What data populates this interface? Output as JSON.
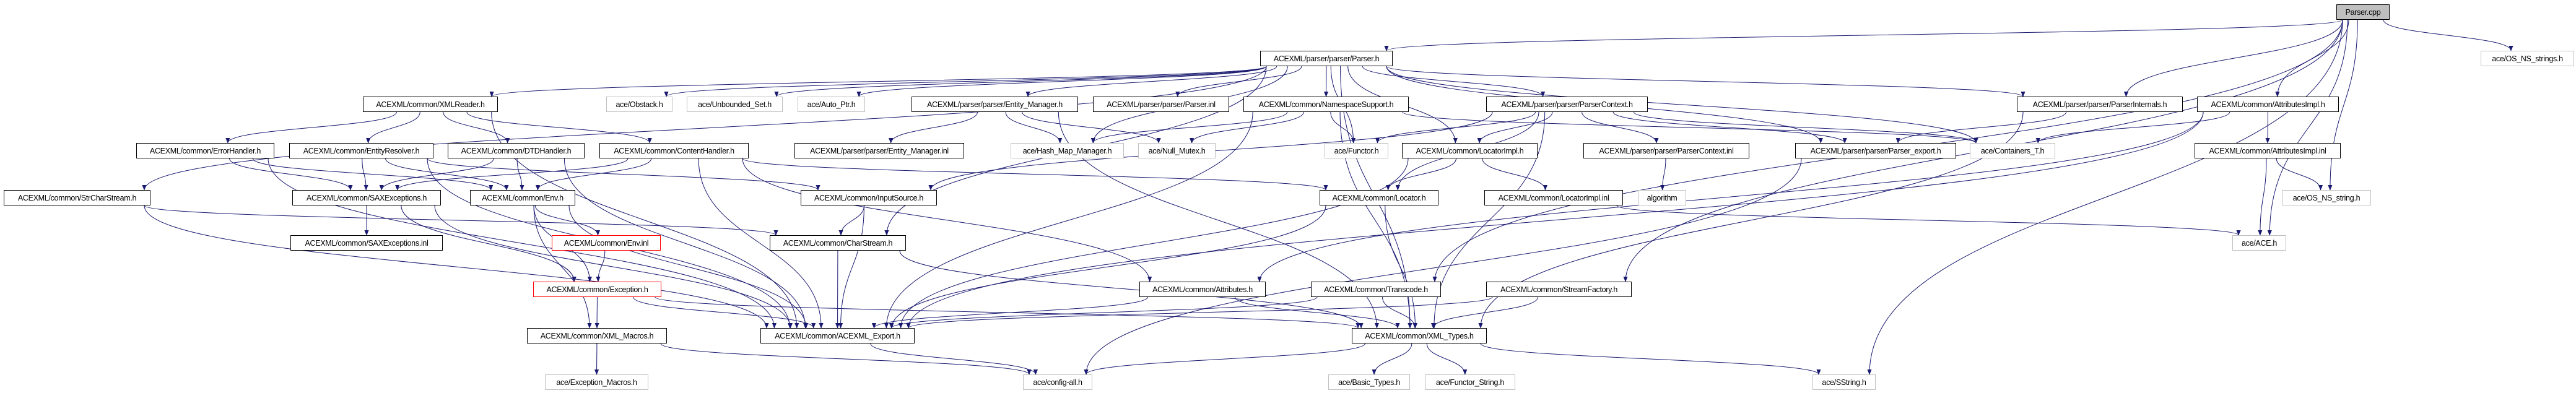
{
  "colors": {
    "edge": "#191970",
    "normal_border": "#000000",
    "external_border": "#bfbfbf",
    "incomplete_border": "#ff0000",
    "root_fill": "#bfbfbf"
  },
  "graph": {
    "nodes": [
      {
        "id": "cpp",
        "label": "Parser.cpp",
        "kind": "root"
      },
      {
        "id": "parser_h",
        "label": "ACEXML/parser/parser/Parser.h",
        "kind": "normal"
      },
      {
        "id": "osnss",
        "label": "ace/OS_NS_strings.h",
        "kind": "external"
      },
      {
        "id": "xmlreader",
        "label": "ACEXML/common/XMLReader.h",
        "kind": "normal"
      },
      {
        "id": "obstack",
        "label": "ace/Obstack.h",
        "kind": "external"
      },
      {
        "id": "unbset",
        "label": "ace/Unbounded_Set.h",
        "kind": "external"
      },
      {
        "id": "autoptr",
        "label": "ace/Auto_Ptr.h",
        "kind": "external"
      },
      {
        "id": "entmgr",
        "label": "ACEXML/parser/parser/Entity_Manager.h",
        "kind": "normal"
      },
      {
        "id": "parserinl",
        "label": "ACEXML/parser/parser/Parser.inl",
        "kind": "normal"
      },
      {
        "id": "nssupport",
        "label": "ACEXML/common/NamespaceSupport.h",
        "kind": "normal"
      },
      {
        "id": "pctx",
        "label": "ACEXML/parser/parser/ParserContext.h",
        "kind": "normal"
      },
      {
        "id": "pinternals",
        "label": "ACEXML/parser/parser/ParserInternals.h",
        "kind": "normal"
      },
      {
        "id": "attrimpl",
        "label": "ACEXML/common/AttributesImpl.h",
        "kind": "normal"
      },
      {
        "id": "errh",
        "label": "ACEXML/common/ErrorHandler.h",
        "kind": "normal"
      },
      {
        "id": "entres",
        "label": "ACEXML/common/EntityResolver.h",
        "kind": "normal"
      },
      {
        "id": "dtdh",
        "label": "ACEXML/common/DTDHandler.h",
        "kind": "normal"
      },
      {
        "id": "conth",
        "label": "ACEXML/common/ContentHandler.h",
        "kind": "normal"
      },
      {
        "id": "entmgrinl",
        "label": "ACEXML/parser/parser/Entity_Manager.inl",
        "kind": "normal"
      },
      {
        "id": "hashmap",
        "label": "ace/Hash_Map_Manager.h",
        "kind": "external"
      },
      {
        "id": "nullmutex",
        "label": "ace/Null_Mutex.h",
        "kind": "external"
      },
      {
        "id": "functor",
        "label": "ace/Functor.h",
        "kind": "external"
      },
      {
        "id": "locimpl",
        "label": "ACEXML/common/LocatorImpl.h",
        "kind": "normal"
      },
      {
        "id": "pctxinl",
        "label": "ACEXML/parser/parser/ParserContext.inl",
        "kind": "normal"
      },
      {
        "id": "pexport",
        "label": "ACEXML/parser/parser/Parser_export.h",
        "kind": "normal"
      },
      {
        "id": "containers",
        "label": "ace/Containers_T.h",
        "kind": "external"
      },
      {
        "id": "attrimplinl",
        "label": "ACEXML/common/AttributesImpl.inl",
        "kind": "normal"
      },
      {
        "id": "strchar",
        "label": "ACEXML/common/StrCharStream.h",
        "kind": "normal"
      },
      {
        "id": "saxexc",
        "label": "ACEXML/common/SAXExceptions.h",
        "kind": "normal"
      },
      {
        "id": "envh",
        "label": "ACEXML/common/Env.h",
        "kind": "normal"
      },
      {
        "id": "inputsrc",
        "label": "ACEXML/common/InputSource.h",
        "kind": "normal"
      },
      {
        "id": "locator",
        "label": "ACEXML/common/Locator.h",
        "kind": "normal"
      },
      {
        "id": "locimplinl",
        "label": "ACEXML/common/LocatorImpl.inl",
        "kind": "normal"
      },
      {
        "id": "algorithm",
        "label": "algorithm",
        "kind": "external"
      },
      {
        "id": "osnsstring",
        "label": "ace/OS_NS_string.h",
        "kind": "external"
      },
      {
        "id": "saxinl",
        "label": "ACEXML/common/SAXExceptions.inl",
        "kind": "normal"
      },
      {
        "id": "envinl",
        "label": "ACEXML/common/Env.inl",
        "kind": "red"
      },
      {
        "id": "charstream",
        "label": "ACEXML/common/CharStream.h",
        "kind": "normal"
      },
      {
        "id": "aceh",
        "label": "ace/ACE.h",
        "kind": "external"
      },
      {
        "id": "exception",
        "label": "ACEXML/common/Exception.h",
        "kind": "red"
      },
      {
        "id": "attributes",
        "label": "ACEXML/common/Attributes.h",
        "kind": "normal"
      },
      {
        "id": "transcode",
        "label": "ACEXML/common/Transcode.h",
        "kind": "normal"
      },
      {
        "id": "streamfact",
        "label": "ACEXML/common/StreamFactory.h",
        "kind": "normal"
      },
      {
        "id": "xmlmacros",
        "label": "ACEXML/common/XML_Macros.h",
        "kind": "normal"
      },
      {
        "id": "export",
        "label": "ACEXML/common/ACEXML_Export.h",
        "kind": "normal"
      },
      {
        "id": "xmltypes",
        "label": "ACEXML/common/XML_Types.h",
        "kind": "normal"
      },
      {
        "id": "excmacros",
        "label": "ace/Exception_Macros.h",
        "kind": "external"
      },
      {
        "id": "configall",
        "label": "ace/config-all.h",
        "kind": "external"
      },
      {
        "id": "basictypes",
        "label": "ace/Basic_Types.h",
        "kind": "external"
      },
      {
        "id": "functorstr",
        "label": "ace/Functor_String.h",
        "kind": "external"
      },
      {
        "id": "sstring",
        "label": "ace/SString.h",
        "kind": "external"
      }
    ],
    "edges": [
      [
        "cpp",
        "parser_h"
      ],
      [
        "cpp",
        "pinternals"
      ],
      [
        "cpp",
        "attrimpl"
      ],
      [
        "cpp",
        "osnsstring"
      ],
      [
        "cpp",
        "osnss"
      ],
      [
        "cpp",
        "aceh"
      ],
      [
        "cpp",
        "streamfact"
      ],
      [
        "cpp",
        "transcode"
      ],
      [
        "cpp",
        "sstring"
      ],
      [
        "parser_h",
        "xmlreader"
      ],
      [
        "parser_h",
        "obstack"
      ],
      [
        "parser_h",
        "unbset"
      ],
      [
        "parser_h",
        "autoptr"
      ],
      [
        "parser_h",
        "entmgr"
      ],
      [
        "parser_h",
        "parserinl"
      ],
      [
        "parser_h",
        "nssupport"
      ],
      [
        "parser_h",
        "pctx"
      ],
      [
        "parser_h",
        "functor"
      ],
      [
        "parser_h",
        "locimpl"
      ],
      [
        "parser_h",
        "pexport"
      ],
      [
        "parser_h",
        "containers"
      ],
      [
        "parser_h",
        "pinternals"
      ],
      [
        "parser_h",
        "strchar"
      ],
      [
        "parser_h",
        "charstream"
      ],
      [
        "parser_h",
        "hashmap"
      ],
      [
        "parser_h",
        "xmltypes"
      ],
      [
        "xmlreader",
        "errh"
      ],
      [
        "xmlreader",
        "entres"
      ],
      [
        "xmlreader",
        "dtdh"
      ],
      [
        "xmlreader",
        "conth"
      ],
      [
        "xmlreader",
        "export"
      ],
      [
        "errh",
        "saxexc"
      ],
      [
        "errh",
        "envh"
      ],
      [
        "errh",
        "export"
      ],
      [
        "entres",
        "saxexc"
      ],
      [
        "entres",
        "envh"
      ],
      [
        "entres",
        "inputsrc"
      ],
      [
        "entres",
        "export"
      ],
      [
        "dtdh",
        "saxexc"
      ],
      [
        "dtdh",
        "envh"
      ],
      [
        "dtdh",
        "export"
      ],
      [
        "conth",
        "saxexc"
      ],
      [
        "conth",
        "envh"
      ],
      [
        "conth",
        "attributes"
      ],
      [
        "conth",
        "locator"
      ],
      [
        "conth",
        "export"
      ],
      [
        "strchar",
        "charstream"
      ],
      [
        "strchar",
        "export"
      ],
      [
        "saxexc",
        "saxinl"
      ],
      [
        "saxexc",
        "exception"
      ],
      [
        "saxexc",
        "export"
      ],
      [
        "envh",
        "envinl"
      ],
      [
        "envh",
        "exception"
      ],
      [
        "envh",
        "xmlmacros"
      ],
      [
        "envh",
        "export"
      ],
      [
        "envinl",
        "exception"
      ],
      [
        "exception",
        "xmlmacros"
      ],
      [
        "exception",
        "export"
      ],
      [
        "exception",
        "xmltypes"
      ],
      [
        "xmlmacros",
        "excmacros"
      ],
      [
        "xmlmacros",
        "configall"
      ],
      [
        "inputsrc",
        "charstream"
      ],
      [
        "inputsrc",
        "export"
      ],
      [
        "charstream",
        "export"
      ],
      [
        "charstream",
        "xmltypes"
      ],
      [
        "entmgr",
        "entmgrinl"
      ],
      [
        "entmgr",
        "hashmap"
      ],
      [
        "entmgr",
        "nullmutex"
      ],
      [
        "entmgr",
        "xmltypes"
      ],
      [
        "nssupport",
        "functor"
      ],
      [
        "nssupport",
        "hashmap"
      ],
      [
        "nssupport",
        "nullmutex"
      ],
      [
        "nssupport",
        "export"
      ],
      [
        "nssupport",
        "xmltypes"
      ],
      [
        "nssupport",
        "containers"
      ],
      [
        "pctx",
        "functor"
      ],
      [
        "pctx",
        "locimpl"
      ],
      [
        "pctx",
        "pctxinl"
      ],
      [
        "pctx",
        "locator"
      ],
      [
        "pctx",
        "pexport"
      ],
      [
        "pctx",
        "inputsrc"
      ],
      [
        "pctx",
        "xmltypes"
      ],
      [
        "pctx",
        "containers"
      ],
      [
        "pctxinl",
        "algorithm"
      ],
      [
        "locimpl",
        "locator"
      ],
      [
        "locimpl",
        "locimplinl"
      ],
      [
        "locimpl",
        "export"
      ],
      [
        "locimplinl",
        "aceh"
      ],
      [
        "locator",
        "export"
      ],
      [
        "locator",
        "xmltypes"
      ],
      [
        "attributes",
        "export"
      ],
      [
        "attributes",
        "xmltypes"
      ],
      [
        "transcode",
        "export"
      ],
      [
        "transcode",
        "xmltypes"
      ],
      [
        "streamfact",
        "export"
      ],
      [
        "streamfact",
        "xmltypes"
      ],
      [
        "xmltypes",
        "basictypes"
      ],
      [
        "xmltypes",
        "functorstr"
      ],
      [
        "xmltypes",
        "sstring"
      ],
      [
        "xmltypes",
        "configall"
      ],
      [
        "export",
        "configall"
      ],
      [
        "pexport",
        "configall"
      ],
      [
        "pinternals",
        "pexport"
      ],
      [
        "pinternals",
        "xmltypes"
      ],
      [
        "attrimpl",
        "attrimplinl"
      ],
      [
        "attrimpl",
        "containers"
      ],
      [
        "attrimpl",
        "attributes"
      ],
      [
        "attrimpl",
        "export"
      ],
      [
        "attrimplinl",
        "aceh"
      ],
      [
        "attrimplinl",
        "osnsstring"
      ]
    ]
  }
}
